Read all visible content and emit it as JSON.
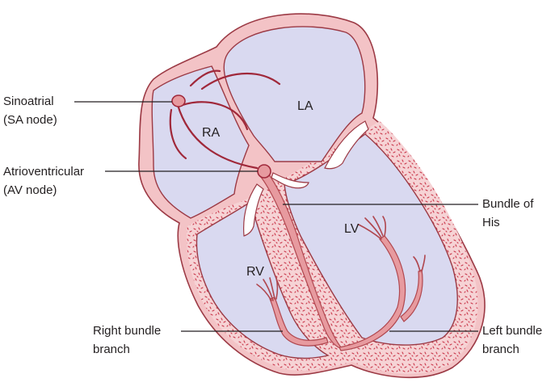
{
  "labels": {
    "sa_node": [
      "Sinoatrial",
      "(SA node)"
    ],
    "av_node": [
      "Atrioventricular",
      "(AV node)"
    ],
    "bundle_of_his": [
      "Bundle of",
      "His"
    ],
    "right_bundle_branch": [
      "Right bundle",
      "branch"
    ],
    "left_bundle_branch": [
      "Left bundle",
      "branch"
    ]
  },
  "chambers": {
    "la": "LA",
    "ra": "RA",
    "lv": "LV",
    "rv": "RV"
  },
  "colors": {
    "wall_fill": "#f3c3c6",
    "wall_stroke": "#9c3a45",
    "chamber_fill": "#d9d9f0",
    "myocardium_speckle": "#c9364a",
    "conduction": "#e79a9f",
    "conduction_stroke": "#b0474f",
    "pathway": "#a0283a"
  }
}
